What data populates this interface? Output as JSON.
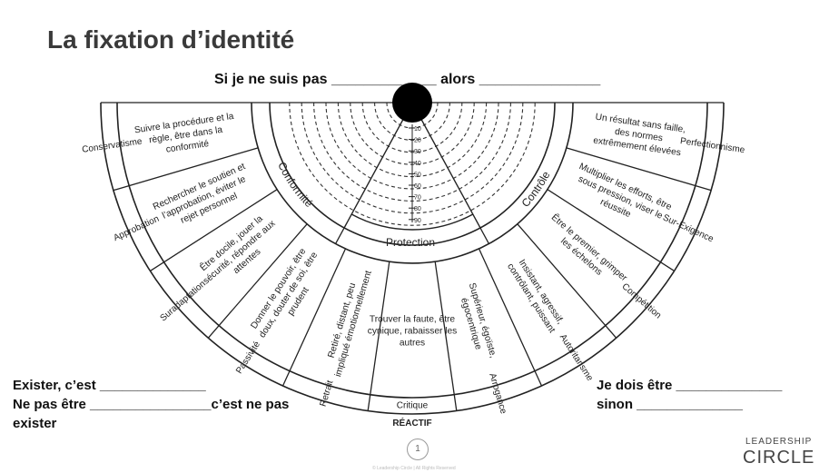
{
  "title": "La fixation d’identité",
  "top_prompt": {
    "text": "Si je ne suis pas _____________ alors _______________"
  },
  "left_prompts": {
    "line1": "Exister, c’est ______________",
    "line2": "Ne pas être ________________c’est ne pas",
    "line3": "exister"
  },
  "right_prompts": {
    "line1": "Je dois être ______________",
    "line2": "sinon ______________"
  },
  "wheel": {
    "scale_labels": [
      "10",
      "20",
      "30",
      "40",
      "50",
      "60",
      "70",
      "80",
      "90"
    ],
    "inner_labels": {
      "conformite": "Conformité",
      "protection": "Protection",
      "controle": "Contrôle"
    },
    "outer_labels": {
      "conservatisme": "Conservatisme",
      "approbation": "Approbation",
      "suradaptation": "Suradaptation",
      "passivite": "Passivité",
      "retrait": "Retrait",
      "critique": "Critique",
      "arrogance": "Arrogance",
      "autoritarisme": "Autoritarisme",
      "competition": "Compétition",
      "sur_exigence": "Sur-Exigence",
      "perfectionnisme": "Perfectionnisme"
    },
    "descriptions": {
      "conservatisme": [
        "Suivre la procédure et la",
        "règle, être dans la",
        "conformité"
      ],
      "approbation": [
        "Rechercher le soutien et",
        "l’approbation, éviter le",
        "rejet personnel"
      ],
      "suradaptation": [
        "Être docile, jouer la",
        "sécurité, répondre aux",
        "attentes"
      ],
      "passivite": [
        "Donner le pouvoir, être",
        "doux, douter de soi, être",
        "prudent"
      ],
      "retrait": [
        "Retiré, distant, peu",
        "impliqué émotionnellement"
      ],
      "critique": [
        "Trouver la faute, être",
        "cynique, rabaisser les",
        "autres"
      ],
      "arrogance": [
        "Supérieur, égoïste,",
        "égocentrique"
      ],
      "autoritarisme": [
        "Insistant, agressif,",
        "contrôlant, puissant"
      ],
      "competition": [
        "Être le premier, grimper",
        "les échelons"
      ],
      "sur_exigence": [
        "Multiplier les efforts, être",
        "sous pression, viser le",
        "réussite"
      ],
      "perfectionnisme": [
        "Un résultat sans faille,",
        "des normes",
        "extrêmement élevées"
      ]
    },
    "bottom_label": "RÉACTIF"
  },
  "page_number": "1",
  "copyright": "© Leadership Circle | All Rights Reserved",
  "logo": {
    "line1": "LEADERSHIP",
    "line2": "CIRCLE"
  }
}
